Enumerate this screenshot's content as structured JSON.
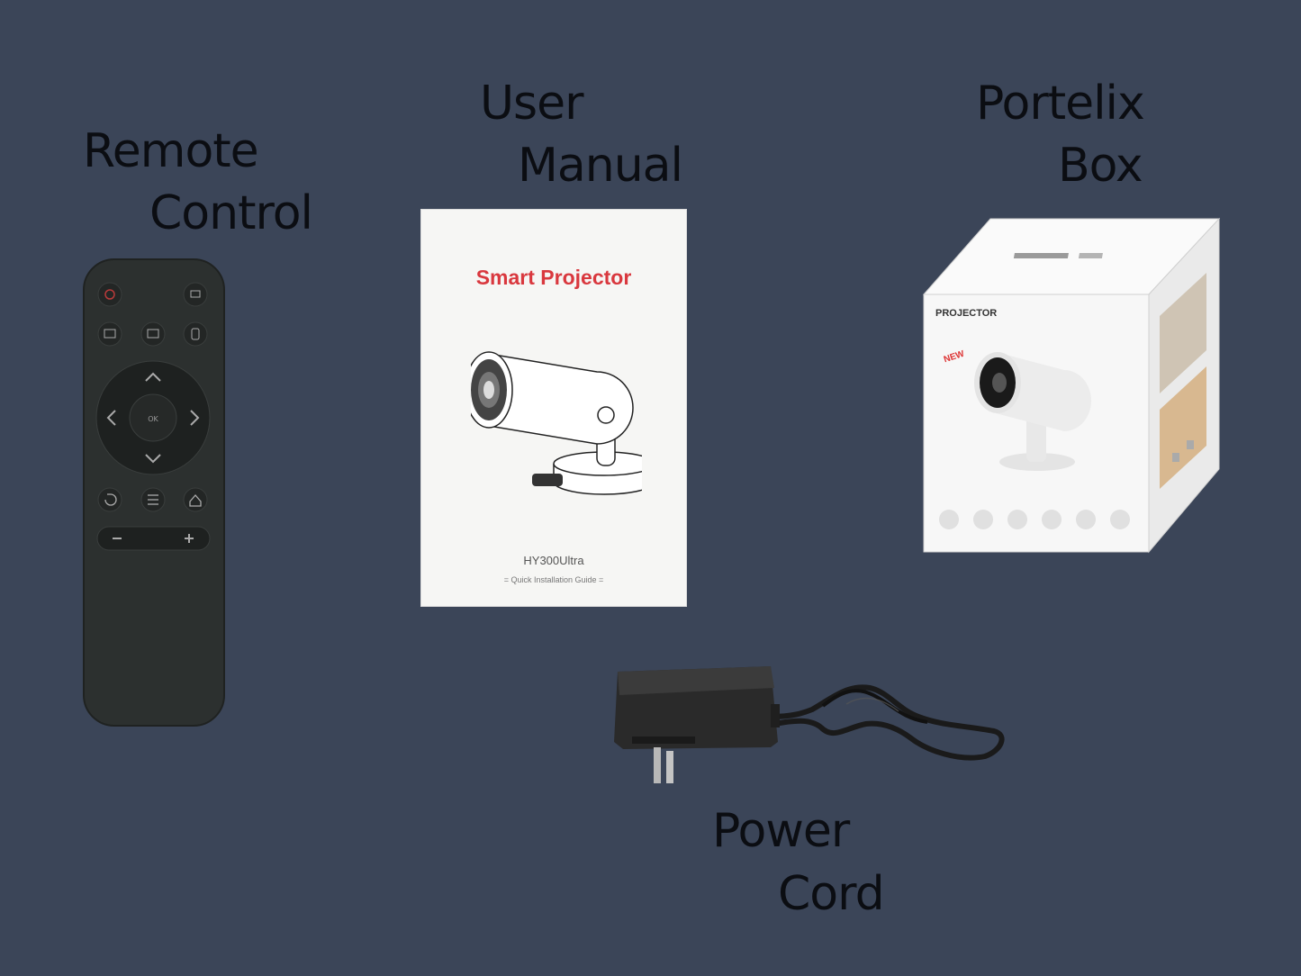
{
  "labels": {
    "remote_line1": "Remote",
    "remote_line2": "Control",
    "manual_line1": "User",
    "manual_line2": "Manual",
    "box_line1": "Portelix",
    "box_line2": "Box",
    "cord_line1": "Power",
    "cord_line2": "Cord"
  },
  "manual": {
    "title": "Smart Projector",
    "model": "HY300Ultra",
    "subtitle": "= Quick Installation Guide ="
  },
  "box": {
    "brand_text": "PROJECTOR",
    "badge": "NEW"
  },
  "colors": {
    "background": "#3b4558",
    "label_text": "#0b0d12",
    "remote_body": "#2c302f",
    "manual_title": "#d9383e",
    "box_white": "#f4f4f4"
  }
}
